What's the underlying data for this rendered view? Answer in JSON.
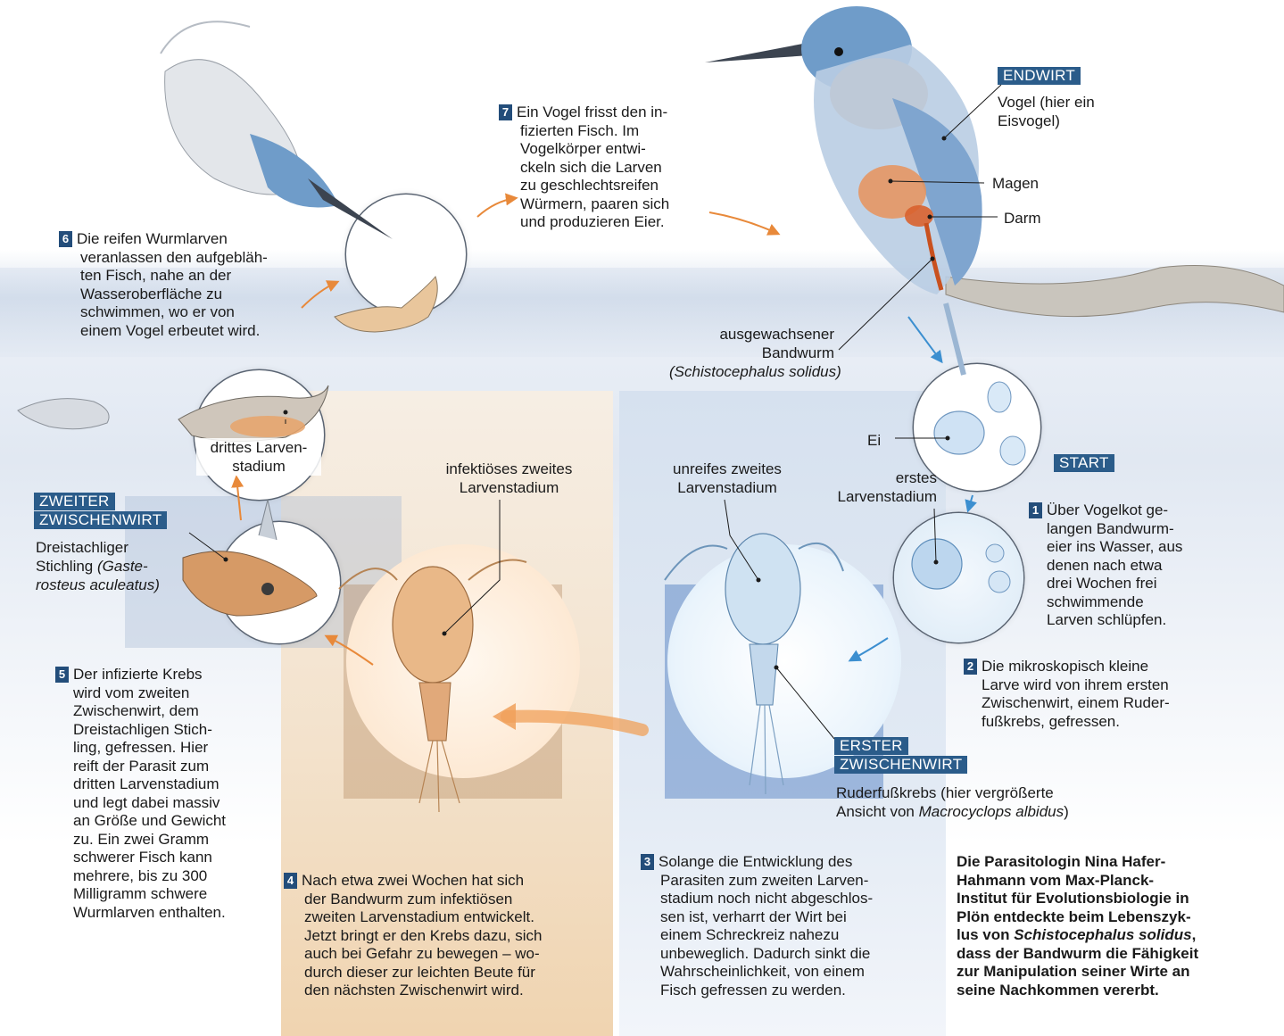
{
  "steps": {
    "s1": {
      "num": "1",
      "lines": [
        "Über Vogelkot ge-",
        "langen Bandwurm-",
        "eier ins Wasser, aus",
        "denen nach etwa",
        "drei Wochen frei",
        "schwimmende",
        "Larven schlüpfen."
      ]
    },
    "s2": {
      "num": "2",
      "lines": [
        "Die mikroskopisch kleine",
        "Larve wird von ihrem ersten",
        "Zwischenwirt, einem Ruder-",
        "fußkrebs, gefressen."
      ]
    },
    "s3": {
      "num": "3",
      "lines": [
        "Solange die Entwicklung des",
        "Parasiten zum zweiten Larven-",
        "stadium noch nicht abgeschlos-",
        "sen ist, verharrt der Wirt bei",
        "einem Schreckreiz nahezu",
        "unbeweglich. Dadurch sinkt die",
        "Wahrscheinlichkeit, von einem",
        "Fisch gefressen zu werden."
      ]
    },
    "s4": {
      "num": "4",
      "lines": [
        "Nach etwa zwei Wochen hat sich",
        "der Bandwurm zum infektiösen",
        "zweiten Larvenstadium entwickelt.",
        "Jetzt bringt er den Krebs dazu, sich",
        "auch bei Gefahr zu bewegen – wo-",
        "durch dieser zur leichten Beute für",
        "den nächsten Zwischenwirt wird."
      ]
    },
    "s5": {
      "num": "5",
      "lines": [
        "Der infizierte Krebs",
        "wird vom zweiten",
        "Zwischenwirt, dem",
        "Dreistachligen Stich-",
        "ling, gefressen. Hier",
        "reift der Parasit zum",
        "dritten Larvenstadium",
        "und legt dabei massiv",
        "an Größe und Gewicht",
        "zu. Ein zwei Gramm",
        "schwerer Fisch kann",
        "mehrere, bis zu 300",
        "Milligramm schwere",
        "Wurmlarven enthalten."
      ]
    },
    "s6": {
      "num": "6",
      "lines": [
        "Die reifen Wurmlarven",
        "veranlassen den aufgebläh-",
        "ten Fisch, nahe an der",
        "Wasseroberfläche zu",
        "schwimmen, wo er von",
        "einem Vogel erbeutet wird."
      ]
    },
    "s7": {
      "num": "7",
      "lines": [
        "Ein Vogel frisst den in-",
        "fizierten Fisch. Im",
        "Vogelkörper entwi-",
        "ckeln sich die Larven",
        "zu geschlechtsreifen",
        "Würmern, paaren sich",
        "und produzieren Eier."
      ]
    }
  },
  "boxes": {
    "endwirt": "ENDWIRT",
    "start": "START",
    "erster_line1": "ERSTER",
    "erster_line2": "ZWISCHENWIRT",
    "zweiter_line1": "ZWEITER",
    "zweiter_line2": "ZWISCHENWIRT"
  },
  "labels": {
    "vogel_line1": "Vogel (hier ein",
    "vogel_line2": "Eisvogel)",
    "magen": "Magen",
    "darm": "Darm",
    "bandwurm_line1": "ausgewachsener",
    "bandwurm_line2": "Bandwurm",
    "bandwurm_line3": "(Schistocephalus solidus)",
    "ei": "Ei",
    "erstes_line1": "erstes",
    "erstes_line2": "Larvenstadium",
    "unreifes_line1": "unreifes zweites",
    "unreifes_line2": "Larvenstadium",
    "infektioes_line1": "infektiöses zweites",
    "infektioes_line2": "Larvenstadium",
    "drittes_line1": "drittes Larven-",
    "drittes_line2": "stadium",
    "stichling_line1": "Dreistachliger",
    "stichling_line2a": "Stichling ",
    "stichling_line2b": "(Gaste-",
    "stichling_line3": "rosteus aculeatus)",
    "krebs_line1": "Ruderfußkrebs (hier vergrößerte",
    "krebs_line2a": "Ansicht von ",
    "krebs_line2b": "Macrocyclops albidus",
    "krebs_line2c": ")"
  },
  "note": {
    "line1": "Die Parasitologin Nina Hafer-",
    "line2": "Hahmann vom Max-Planck-",
    "line3": "Institut für Evolutionsbiologie in",
    "line4": "Plön entdeckte beim Lebenszyk-",
    "line5a": "lus von ",
    "line5b": "Schistocephalus solidus",
    "line5c": ",",
    "line6": "dass der Bandwurm die Fähigkeit",
    "line7": "zur Manipulation seiner Wirte an",
    "line8": "seine Nachkommen vererbt."
  },
  "colors": {
    "label_box": "#2b5c8a",
    "number_box": "#234d7a",
    "arrow_orange": "#e8893a",
    "arrow_blue": "#3c8fd0"
  }
}
